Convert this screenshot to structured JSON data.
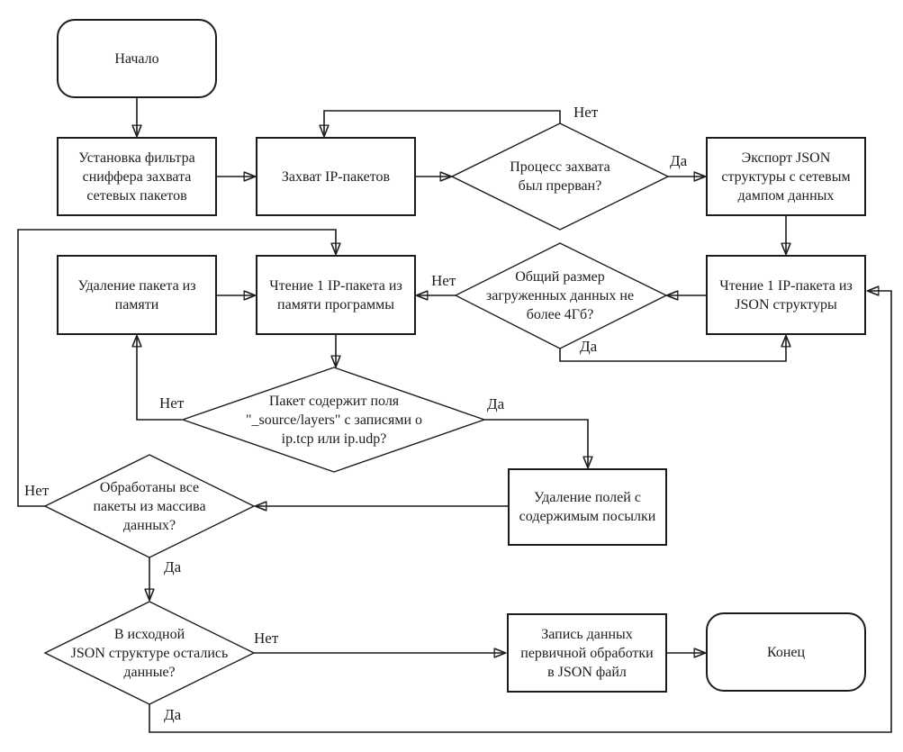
{
  "diagram_type": "flowchart",
  "colors": {
    "line": "#1c1c1c",
    "background": "#ffffff"
  },
  "labels": {
    "yes": "Да",
    "no": "Нет"
  },
  "nodes": {
    "start": "Начало",
    "install_filter": "Установка фильтра\nсниффера захвата\nсетевых пакетов",
    "capture": "Захват IP-пакетов",
    "capture_interrupted": "Процесс захвата\nбыл прерван?",
    "export_json": "Экспорт JSON\nструктуры с сетевым\nдампом данных",
    "read_packet_json": "Чтение 1 IP-пакета из\nJSON структуры",
    "size_check": "Общий размер\nзагруженных данных не\nболее 4Гб?",
    "delete_packet_memory": "Удаление пакета из\nпамяти",
    "read_packet_memory": "Чтение 1 IP-пакета из\nпамяти программы",
    "packet_fields_check": "Пакет содержит поля\n\"_source/layers\" с записями о\nip.tcp или ip.udp?",
    "delete_payload_fields": "Удаление полей с\nсодержимым посылки",
    "all_packets_processed": "Обработаны все\nпакеты из массива\nданных?",
    "json_data_remaining": "В исходной\nJSON структуре остались\nданные?",
    "write_json": "Запись данных\nпервичной обработки\nв JSON файл",
    "end": "Конец"
  }
}
